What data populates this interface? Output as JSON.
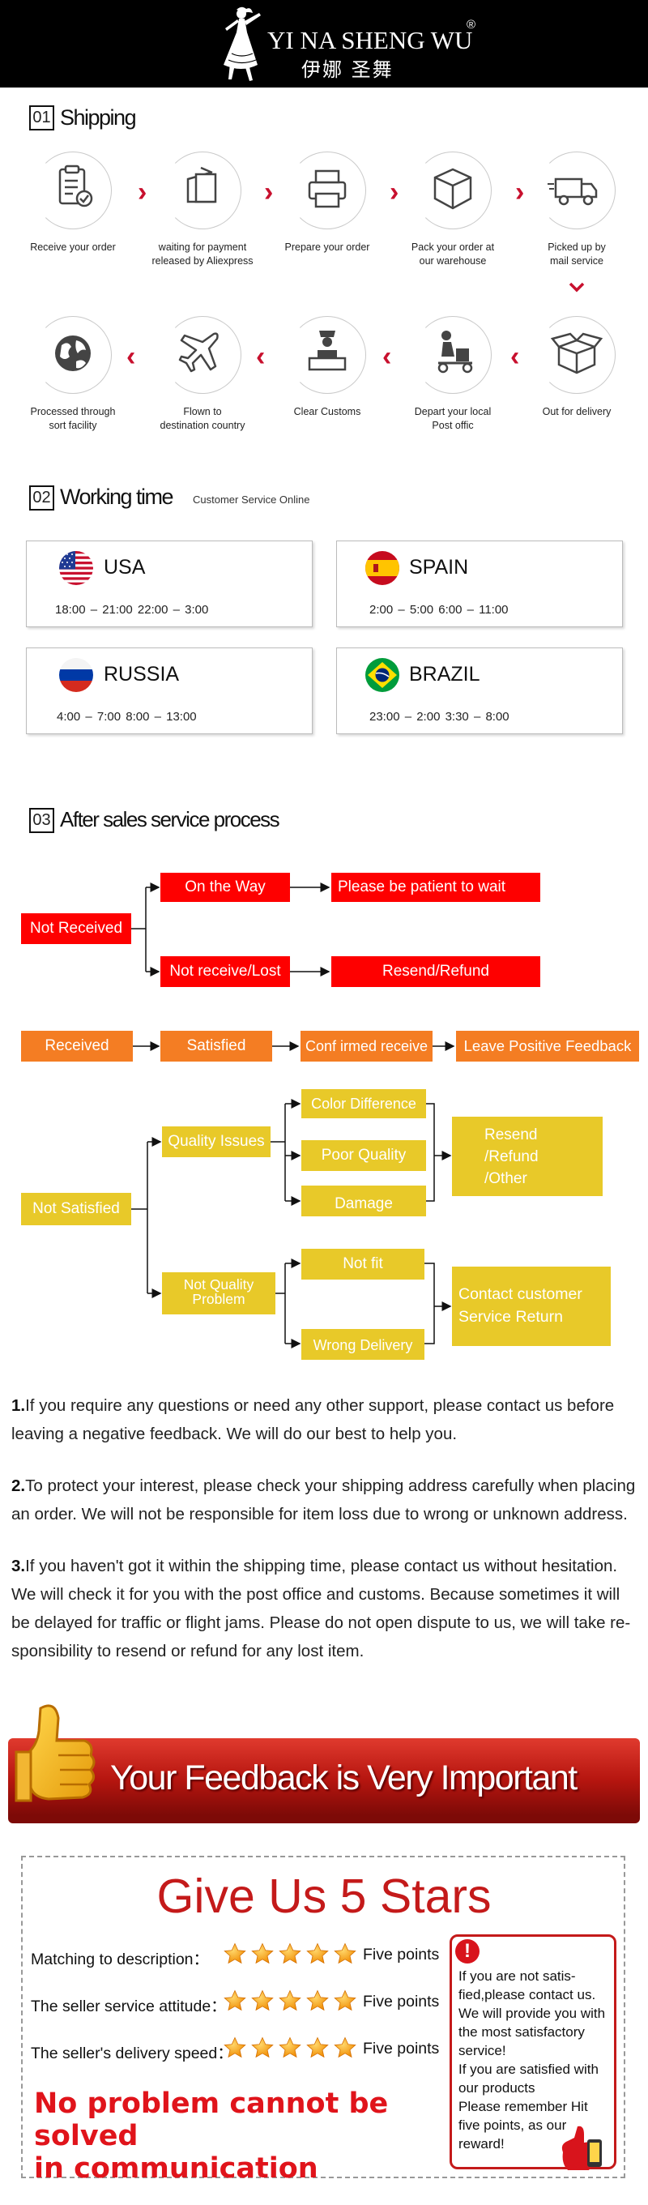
{
  "brand": {
    "name": "YI NA SHENG WU",
    "name_cn": "伊娜 圣舞",
    "reg": "®"
  },
  "shipping": {
    "num": "01",
    "title": "Shipping",
    "steps": [
      {
        "label": "Receive your order",
        "icon": "clipboard-check-icon"
      },
      {
        "label": "waiting for payment\nreleased by Aliexpress",
        "icon": "wallet-icon"
      },
      {
        "label": "Prepare your order",
        "icon": "printer-icon"
      },
      {
        "label": "Pack your order at\nour warehouse",
        "icon": "package-icon"
      },
      {
        "label": "Picked up by\nmail service",
        "icon": "truck-icon"
      },
      {
        "label": "Out  for delivery",
        "icon": "open-box-icon"
      },
      {
        "label": "Depart your local\nPost offic",
        "icon": "delivery-man-icon"
      },
      {
        "label": "Clear Customs",
        "icon": "customs-officer-icon"
      },
      {
        "label": "Flown to\ndestination country",
        "icon": "airplane-icon"
      },
      {
        "label": "Processed through\nsort facility",
        "icon": "globe-icon"
      }
    ],
    "arrow_color": "#c8102e"
  },
  "working": {
    "num": "02",
    "title": "Working time",
    "subtitle": "Customer Service Online",
    "regions": [
      {
        "country": "USA",
        "times": "18:00 – 21:00    22:00 – 3:00",
        "flag": "us-flag-icon"
      },
      {
        "country": "SPAIN",
        "times": "2:00 – 5:00      6:00 – 11:00",
        "flag": "spain-flag-icon"
      },
      {
        "country": "RUSSIA",
        "times": "4:00 – 7:00       8:00 – 13:00",
        "flag": "russia-flag-icon"
      },
      {
        "country": "BRAZIL",
        "times": "23:00 – 2:00    3:30 – 8:00",
        "flag": "brazil-flag-icon"
      }
    ]
  },
  "aftersales": {
    "num": "03",
    "title": "After sales service process",
    "not_received": "Not Received",
    "on_the_way": "On the Way",
    "be_patient": "Please be patient to wait",
    "not_receive_lost": "Not receive/Lost",
    "resend_refund": "Resend/Refund",
    "received": "Received",
    "satisfied": "Satisfied",
    "confirmed_receive": "Conf irmed receive",
    "leave_feedback": "Leave Positive Feedback",
    "not_satisfied": "Not Satisfied",
    "quality_issues": "Quality Issues",
    "color_difference": "Color Difference",
    "poor_quality": "Poor Quality",
    "damage": "Damage",
    "resend_other": "Resend\n/Refund\n/Other",
    "not_quality_problem": "Not Quality\nProblem",
    "not_fit": "Not fit",
    "wrong_delivery": "Wrong Delivery",
    "contact_return": "Contact customer\nService Return",
    "colors": {
      "red": "#fe0000",
      "orange": "#f47d23",
      "yellow": "#e8c929"
    }
  },
  "notes": [
    {
      "num": "1.",
      "text": "If you require any questions or need any other support, please contact us before leaving a negative feedback. We will do our best to help you."
    },
    {
      "num": "2.",
      "text": "To protect your interest, please check your shipping address carefully when placing an order. We will not be responsible for item loss due to wrong or unknown address."
    },
    {
      "num": "3.",
      "text": "If you haven't got it within the shipping time, please contact us without hesitation. We will check it for you with the post office and customs. Because sometimes it will be delayed for traffic or flight jams. Please do not open dispute to us, we will take re-sponsibility to resend or refund for any lost item."
    }
  ],
  "feedback": {
    "banner": "Your Feedback is Very Important",
    "title": "Give Us 5 Stars",
    "rows": [
      {
        "label": "Matching to description：",
        "stars": 5,
        "points": "Five points"
      },
      {
        "label": "The seller service attitude：",
        "stars": 5,
        "points": "Five points"
      },
      {
        "label": "The seller's delivery speed：",
        "stars": 5,
        "points": "Five points"
      }
    ],
    "note_mark": "!",
    "note": "If you are not satis-\nfied,please contact us.\nWe will provide you with\nthe most satisfactory\nservice!\nIf you are satisfied with\nour products\nPlease remember Hit\nfive points, as our\nreward!",
    "slogan": "No problem cannot be solved\n in communication"
  }
}
